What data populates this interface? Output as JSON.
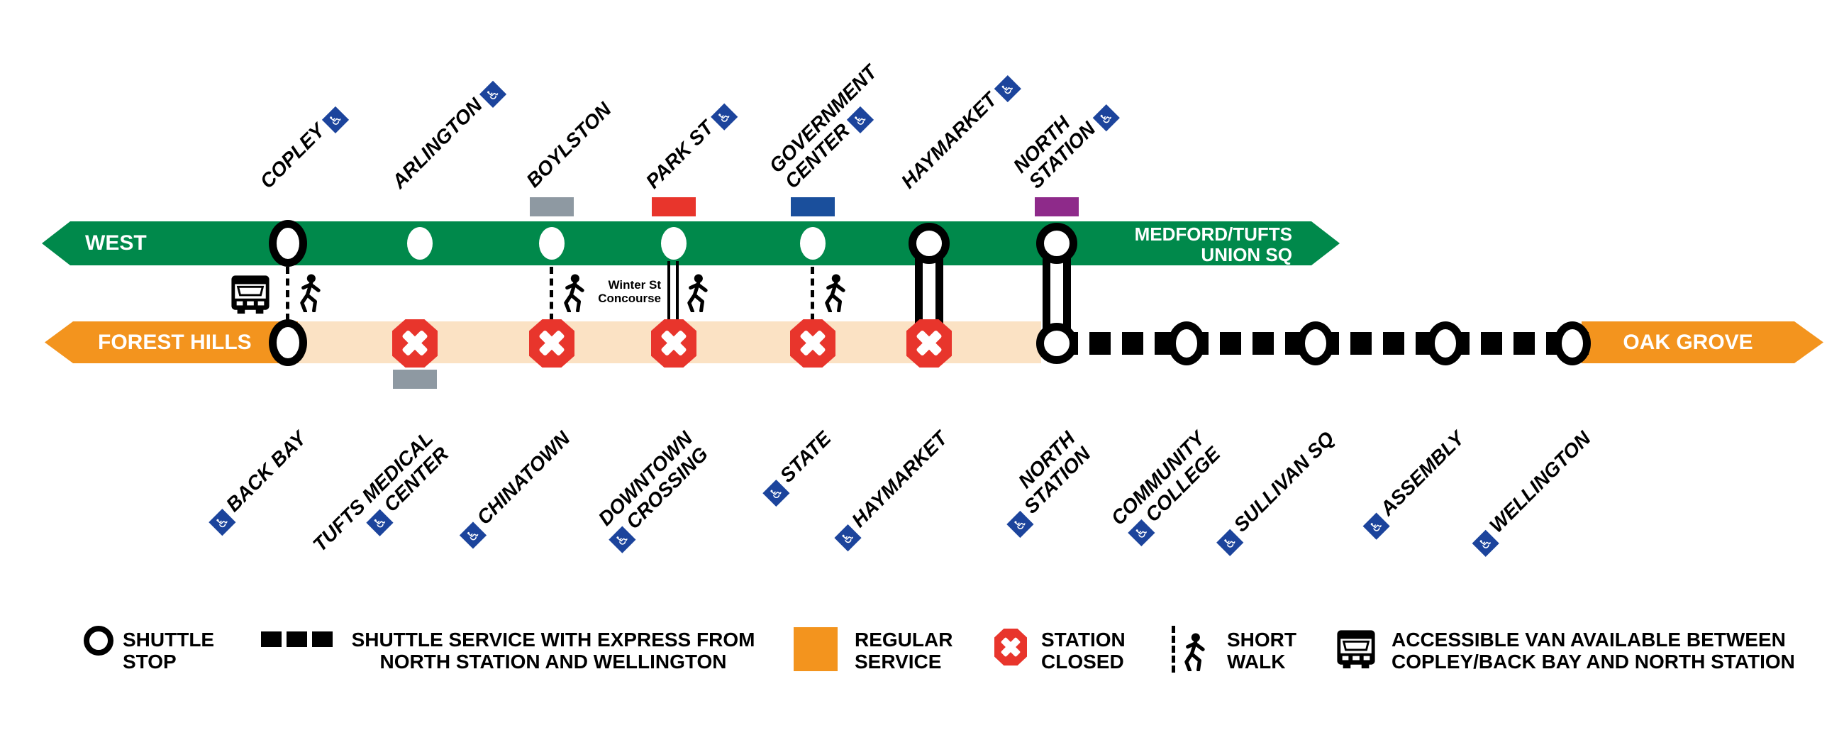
{
  "icons": {
    "accessible": "♿"
  },
  "colors": {
    "green_line": "#00894B",
    "orange_line": "#F3941E",
    "shuttle_overlay": "#FBE2C4",
    "red_line_transfer": "#E8352C",
    "blue_line_transfer": "#1A4F9C",
    "silver_line_transfer": "#8E99A2",
    "commuter_rail_transfer": "#8E2A8A",
    "station_closed": "#E8352C",
    "accessible_blue": "#1C449C"
  },
  "map": {
    "green_line": {
      "direction_label": "WEST",
      "terminus_label_lines": [
        "MEDFORD/TUFTS",
        "UNION SQ"
      ],
      "stations": [
        {
          "name": "COPLEY",
          "accessible": true,
          "status": "shuttle-stop"
        },
        {
          "name": "ARLINGTON",
          "accessible": true,
          "status": "shuttle-service"
        },
        {
          "name": "BOYLSTON",
          "accessible": false,
          "status": "shuttle-service",
          "transfer": "silver-line"
        },
        {
          "name": "PARK ST",
          "accessible": true,
          "status": "shuttle-service",
          "transfer": "red-line"
        },
        {
          "name": "GOVERNMENT CENTER",
          "lines": [
            "GOVERNMENT",
            "CENTER"
          ],
          "accessible": true,
          "status": "shuttle-service",
          "transfer": "blue-line"
        },
        {
          "name": "HAYMARKET",
          "accessible": true,
          "status": "shuttle-stop"
        },
        {
          "name": "NORTH STATION",
          "lines": [
            "NORTH",
            "STATION"
          ],
          "accessible": true,
          "status": "shuttle-stop",
          "transfer": "commuter-rail"
        }
      ]
    },
    "orange_line": {
      "direction_label": "FOREST HILLS",
      "terminus_label": "OAK GROVE",
      "stations": [
        {
          "name": "BACK BAY",
          "accessible": true,
          "status": "shuttle-stop"
        },
        {
          "name": "TUFTS MEDICAL CENTER",
          "lines": [
            "TUFTS MEDICAL",
            "CENTER"
          ],
          "accessible": true,
          "status": "closed",
          "transfer": "silver-line"
        },
        {
          "name": "CHINATOWN",
          "accessible": true,
          "status": "closed"
        },
        {
          "name": "DOWNTOWN CROSSING",
          "lines": [
            "DOWNTOWN",
            "CROSSING"
          ],
          "accessible": true,
          "status": "closed"
        },
        {
          "name": "STATE",
          "accessible": true,
          "status": "closed"
        },
        {
          "name": "HAYMARKET",
          "accessible": true,
          "status": "closed"
        },
        {
          "name": "NORTH STATION",
          "lines": [
            "NORTH",
            "STATION"
          ],
          "accessible": true,
          "status": "shuttle-stop"
        },
        {
          "name": "COMMUNITY COLLEGE",
          "lines": [
            "COMMUNITY",
            "COLLEGE"
          ],
          "accessible": true,
          "status": "express-shuttle-stop"
        },
        {
          "name": "SULLIVAN SQ",
          "accessible": true,
          "status": "express-shuttle-stop"
        },
        {
          "name": "ASSEMBLY",
          "accessible": true,
          "status": "express-shuttle-stop"
        },
        {
          "name": "WELLINGTON",
          "accessible": true,
          "status": "express-shuttle-stop"
        }
      ]
    },
    "walkway_note_lines": [
      "Winter St",
      "Concourse"
    ]
  },
  "legend": {
    "items": [
      {
        "symbol": "shuttle-stop",
        "label_lines": [
          "SHUTTLE",
          "STOP"
        ]
      },
      {
        "symbol": "express-shuttle-line",
        "label_lines": [
          "SHUTTLE SERVICE WITH EXPRESS FROM",
          "NORTH STATION AND WELLINGTON"
        ]
      },
      {
        "symbol": "regular-service",
        "label_lines": [
          "REGULAR",
          "SERVICE"
        ]
      },
      {
        "symbol": "station-closed",
        "label_lines": [
          "STATION",
          "CLOSED"
        ]
      },
      {
        "symbol": "short-walk",
        "label_lines": [
          "SHORT",
          "WALK"
        ]
      },
      {
        "symbol": "accessible-van",
        "label_lines": [
          "ACCESSIBLE VAN AVAILABLE BETWEEN",
          "COPLEY/BACK BAY AND NORTH STATION"
        ]
      }
    ]
  }
}
